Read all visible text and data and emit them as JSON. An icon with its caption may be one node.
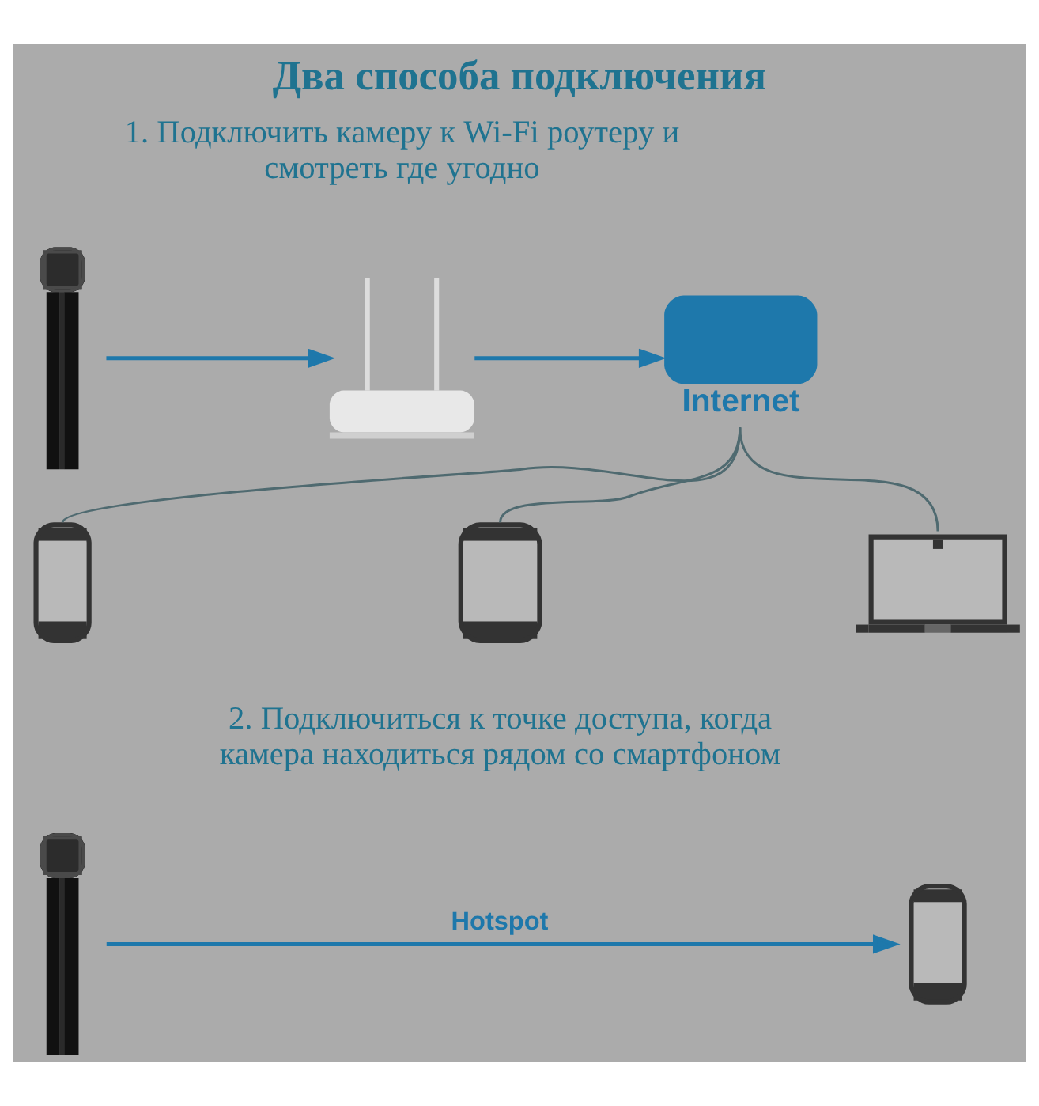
{
  "diagram": {
    "title": "Два способа подключения",
    "nodes": [
      {
        "text": [],
        "shape": "picture"
      },
      {
        "text": [],
        "shape": "picture"
      },
      {
        "text": [
          "Internet"
        ]
      },
      {
        "text": [],
        "shape": "picture"
      },
      {
        "text": [],
        "shape": "picture"
      },
      {
        "text": [],
        "shape": "picture"
      },
      {
        "text": [],
        "shape": "picture"
      },
      {
        "text": [],
        "shape": "picture"
      }
    ],
    "edges": [
      {
        "from": 0,
        "to": 1,
        "arrow": "to"
      },
      {
        "from": 1,
        "to": 2,
        "arrow": "to"
      },
      {
        "from": 2,
        "to": 3,
        "arrow": "none",
        "color": "#4f6a70"
      },
      {
        "from": 2,
        "to": 4,
        "arrow": "none",
        "color": "#4f6a70"
      },
      {
        "from": 2,
        "to": 5,
        "arrow": "none",
        "color": "#4f6a70"
      },
      {
        "from": 6,
        "to": 7,
        "label": "Hotspot",
        "arrow": "to"
      }
    ],
    "labels": [
      "1. Подключить камеру к Wi-Fi роутеру и смотреть где угодно",
      "2. Подключиться к точке доступа, когда камера находиться рядом со смартфоном"
    ]
  }
}
